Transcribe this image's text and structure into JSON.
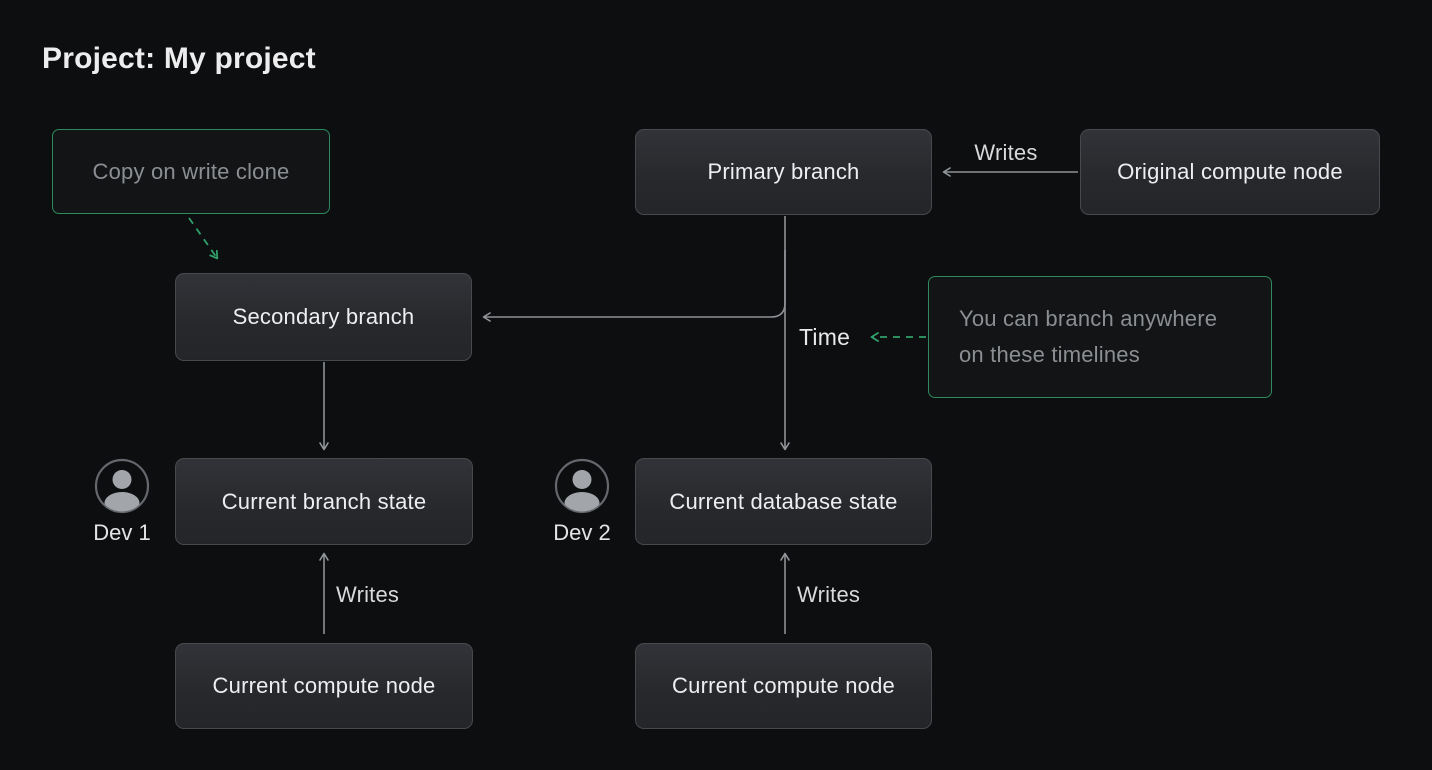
{
  "title": "Project: My project",
  "colors": {
    "background": "#0d0e10",
    "accent_green": "#2c8a5c",
    "arrow_gray": "#94979b",
    "node_fill": "#27292c",
    "node_border": "#46494e",
    "callout_text": "#8b8e92",
    "node_text": "#eceef0"
  },
  "nodes": {
    "primary_branch": "Primary branch",
    "original_compute_node": "Original compute node",
    "secondary_branch": "Secondary branch",
    "current_branch_state": "Current branch state",
    "current_database_state": "Current database state",
    "current_compute_node_left": "Current compute node",
    "current_compute_node_right": "Current compute node"
  },
  "callouts": {
    "copy_on_write_clone": "Copy on write clone",
    "branch_anywhere": "You can branch anywhere on these timelines"
  },
  "labels": {
    "writes_primary": "Writes",
    "writes_left": "Writes",
    "writes_right": "Writes",
    "time": "Time",
    "dev1": "Dev 1",
    "dev2": "Dev 2"
  }
}
